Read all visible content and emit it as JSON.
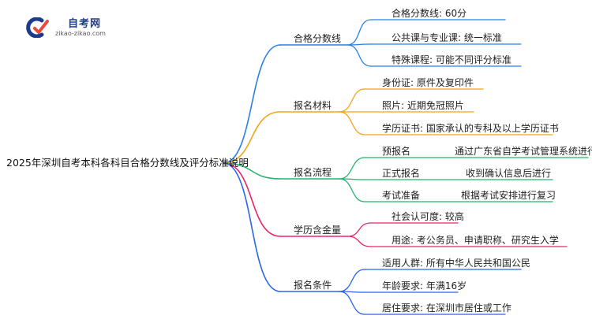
{
  "logo": {
    "title": "自考网",
    "url": "zikao-zikao.com"
  },
  "root": "2025年深圳自考本科各科目合格分数线及评分标准说明",
  "colors": {
    "branch0": "#2a7fe8",
    "branch1": "#f0a51c",
    "branch2": "#25b36b",
    "branch3": "#e8246d",
    "branch4": "#2a64e8",
    "logo_blue": "#1d3b8f",
    "logo_red": "#e84a3b"
  },
  "branches": [
    {
      "label": "合格分数线",
      "children": [
        {
          "label": "合格分数线: 60分"
        },
        {
          "label": "公共课与专业课: 统一标准"
        },
        {
          "label": "特殊课程: 可能不同评分标准"
        }
      ]
    },
    {
      "label": "报名材料",
      "children": [
        {
          "label": "身份证: 原件及复印件"
        },
        {
          "label": "照片: 近期免冠照片"
        },
        {
          "label": "学历证书: 国家承认的专科及以上学历证书"
        }
      ]
    },
    {
      "label": "报名流程",
      "children": [
        {
          "label": "预报名",
          "detail": "通过广东省自学考试管理系统进行"
        },
        {
          "label": "正式报名",
          "detail": "收到确认信息后进行"
        },
        {
          "label": "考试准备",
          "detail": "根据考试安排进行复习"
        }
      ]
    },
    {
      "label": "学历含金量",
      "children": [
        {
          "label": "社会认可度: 较高"
        },
        {
          "label": "用途: 考公务员、申请职称、研究生入学"
        }
      ]
    },
    {
      "label": "报名条件",
      "children": [
        {
          "label": "适用人群: 所有中华人民共和国公民"
        },
        {
          "label": "年龄要求: 年满16岁"
        },
        {
          "label": "居住要求: 在深圳市居住或工作"
        }
      ]
    }
  ]
}
